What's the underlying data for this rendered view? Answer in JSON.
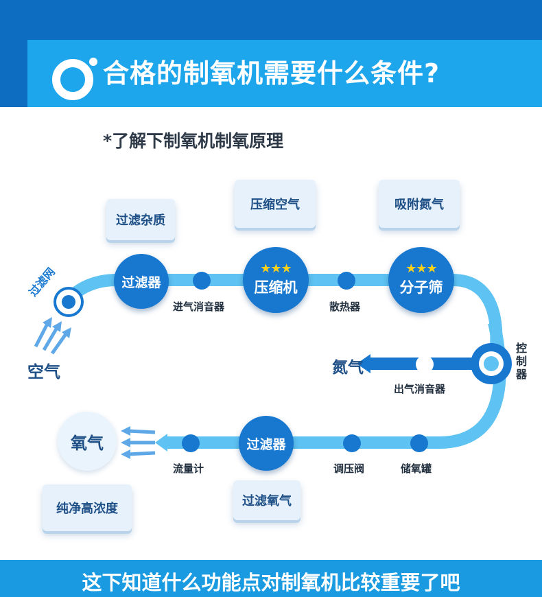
{
  "header": {
    "title": "合格的制氧机需要什么条件?"
  },
  "subtitle": "*了解下制氧机制氧原理",
  "diagram": {
    "filter_net": "过滤网",
    "air": "空气",
    "filter1": "过滤器",
    "intake_muffler": "进气消音器",
    "compressor": "压缩机",
    "radiator": "散热器",
    "sieve": "分子筛",
    "stars": "★★★",
    "controller": "控\n制\n器",
    "nitrogen": "氮气",
    "outlet_muffler": "出气消音器",
    "tank": "储氧罐",
    "valve": "调压阀",
    "filter2": "过滤器",
    "flowmeter": "流量计",
    "oxygen": "氧气",
    "bubbles": {
      "filter_impurities": "过滤杂质",
      "compress_air": "压缩空气",
      "adsorb_nitrogen": "吸附氮气",
      "filter_oxygen": "过滤氧气",
      "pure": "纯净高浓度"
    }
  },
  "footer": {
    "text": "这下知道什么功能点对制氧机比较重要了吧"
  },
  "colors": {
    "dark_blue": "#1878d0",
    "light_blue": "#5ec3f2",
    "header_blue": "#1aa0e8"
  }
}
